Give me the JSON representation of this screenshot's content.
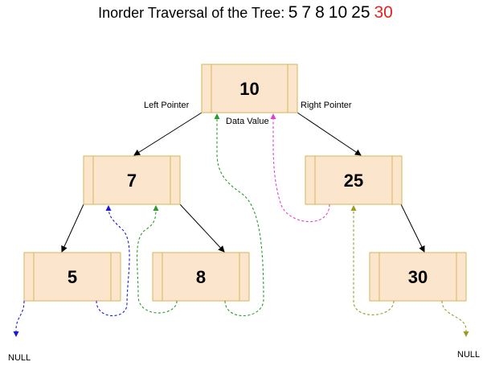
{
  "title": {
    "label": "Inorder Traversal of the Tree:",
    "sequence": [
      "5",
      "7",
      "8",
      "10",
      "25",
      "30"
    ],
    "highlight_index": 5
  },
  "colors": {
    "node_fill": "#fce5cd",
    "node_border": "#d6b656",
    "highlight": "#e6231f",
    "arrow_blue": "#1a1ad6",
    "arrow_green": "#2a9a2a",
    "arrow_magenta": "#e040d0",
    "arrow_olive": "#9c9c20"
  },
  "nodes": [
    {
      "id": "n10",
      "value": "10"
    },
    {
      "id": "n7",
      "value": "7"
    },
    {
      "id": "n25",
      "value": "25"
    },
    {
      "id": "n5",
      "value": "5"
    },
    {
      "id": "n8",
      "value": "8"
    },
    {
      "id": "n30",
      "value": "30"
    }
  ],
  "annotations": {
    "left_pointer": "Left Pointer",
    "right_pointer": "Right Pointer",
    "data_value": "Data Value",
    "null_left": "NULL",
    "null_right": "NULL"
  }
}
